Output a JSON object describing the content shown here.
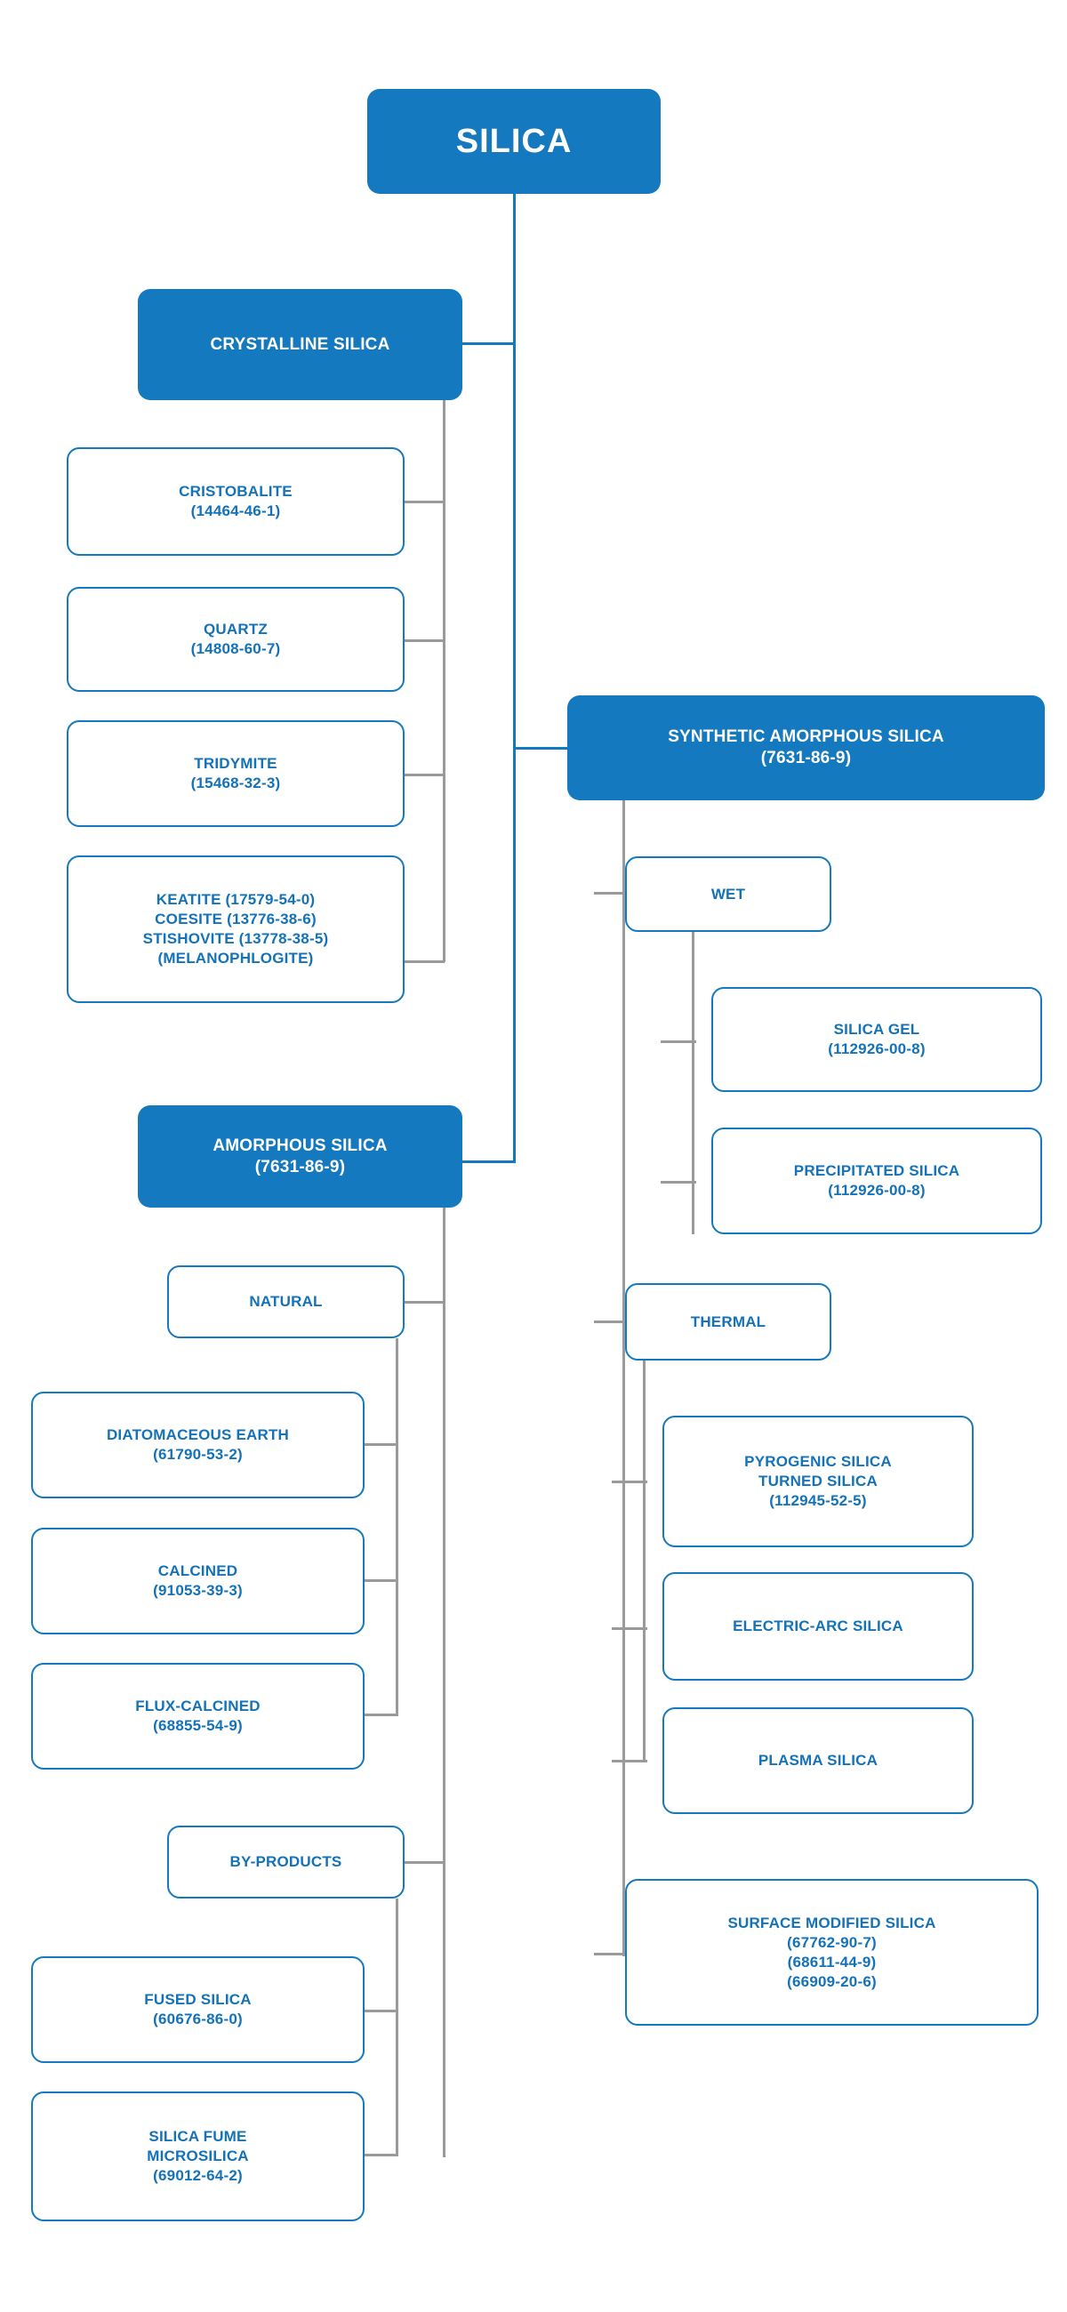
{
  "diagram": {
    "title": "SILICA",
    "colors": {
      "primary_fill": "#1479be",
      "primary_text": "#ffffff",
      "outline_border": "#1479be",
      "outline_text": "#1472b8",
      "connector_gray": "#9a9a9a",
      "connector_blue": "#1479be",
      "background": "#ffffff"
    },
    "root": {
      "label": "SILICA"
    },
    "branches": {
      "crystalline": {
        "label": "CRYSTALLINE SILICA",
        "children": [
          {
            "name": "CRISTOBALITE",
            "cas": "(14464-46-1)"
          },
          {
            "name": "QUARTZ",
            "cas": "(14808-60-7)"
          },
          {
            "name": "TRIDYMITE",
            "cas": "(15468-32-3)"
          },
          {
            "name": "KEATITE (17579-54-0)",
            "line2": "COESITE (13776-38-6)",
            "line3": "STISHOVITE (13778-38-5)",
            "line4": "(MELANOPHLOGITE)"
          }
        ]
      },
      "amorphous": {
        "label": "AMORPHOUS SILICA",
        "cas": "(7631-86-9)",
        "groups": [
          {
            "label": "NATURAL",
            "children": [
              {
                "name": "DIATOMACEOUS EARTH",
                "cas": "(61790-53-2)"
              },
              {
                "name": "CALCINED",
                "cas": "(91053-39-3)"
              },
              {
                "name": "FLUX-CALCINED",
                "cas": "(68855-54-9)"
              }
            ]
          },
          {
            "label": "BY-PRODUCTS",
            "children": [
              {
                "name": "FUSED SILICA",
                "cas": "(60676-86-0)"
              },
              {
                "name": "SILICA FUME",
                "line2": "MICROSILICA",
                "cas": "(69012-64-2)"
              }
            ]
          }
        ]
      },
      "synthetic": {
        "label": "SYNTHETIC AMORPHOUS SILICA",
        "cas": "(7631-86-9)",
        "groups": [
          {
            "label": "WET",
            "children": [
              {
                "name": "SILICA GEL",
                "cas": "(112926-00-8)"
              },
              {
                "name": "PRECIPITATED SILICA",
                "cas": "(112926-00-8)"
              }
            ]
          },
          {
            "label": "THERMAL",
            "children": [
              {
                "name": "PYROGENIC SILICA",
                "line2": "TURNED SILICA",
                "cas": "(112945-52-5)"
              },
              {
                "name": "ELECTRIC-ARC SILICA"
              },
              {
                "name": "PLASMA SILICA"
              }
            ]
          }
        ],
        "direct_children": [
          {
            "name": "SURFACE MODIFIED SILICA",
            "cas": "(67762-90-7)",
            "cas2": "(68611-44-9)",
            "cas3": "(66909-20-6)"
          }
        ]
      }
    }
  }
}
